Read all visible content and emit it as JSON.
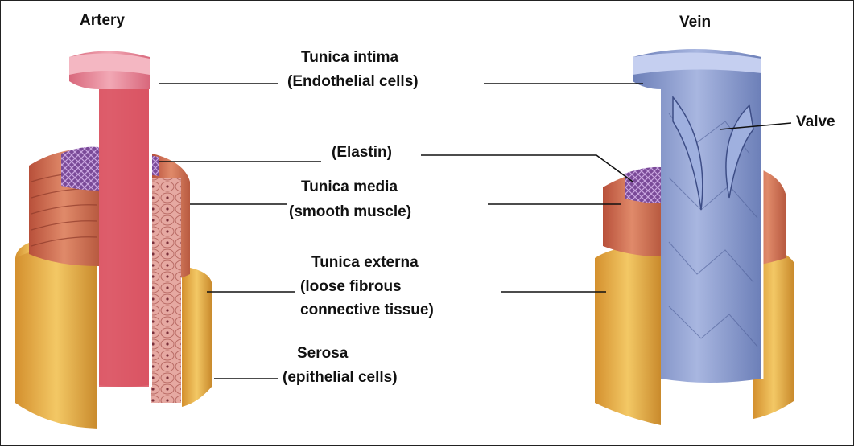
{
  "titles": {
    "artery": "Artery",
    "vein": "Vein"
  },
  "labels": {
    "tunica_intima": [
      "Tunica intima",
      "(Endothelial cells)"
    ],
    "elastin": "(Elastin)",
    "tunica_media": [
      "Tunica media",
      "(smooth muscle)"
    ],
    "tunica_externa": [
      "Tunica externa",
      "(loose fibrous",
      "connective tissue)"
    ],
    "serosa": [
      "Serosa",
      "(epithelial cells)"
    ],
    "valve": "Valve"
  },
  "colors": {
    "externa": "#e8b24a",
    "media": "#c9644a",
    "elastin": "#8a5aa8",
    "artery_intima": "#e88a9a",
    "vein_intima": "#7f93c9",
    "line": "#111111"
  }
}
